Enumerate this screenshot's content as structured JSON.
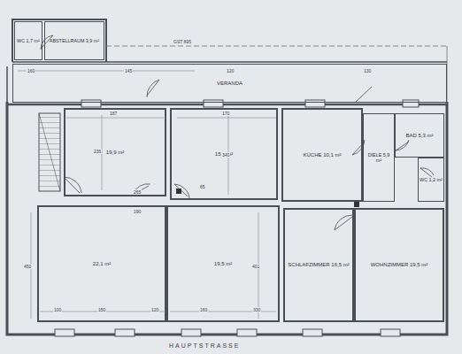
{
  "diagram": {
    "nodes": [
      {
        "text": [
          "WC 1,7 m²"
        ]
      },
      {
        "text": [
          "ABSTELLRAUM 3,9 m²"
        ]
      },
      {
        "text": [
          "VERANDA"
        ]
      },
      {
        "text": [
          "19,9 m²"
        ]
      },
      {
        "text": [
          "15,3 m²"
        ]
      },
      {
        "text": [
          "KÜCHE 10,1 m²"
        ]
      },
      {
        "text": [
          "DIELE 5,9 m²"
        ]
      },
      {
        "text": [
          "BAD 5,3 m²"
        ]
      },
      {
        "text": [
          "WC 1,2 m²"
        ]
      },
      {
        "text": [
          "22,1 m²"
        ]
      },
      {
        "text": [
          "19,5 m²"
        ]
      },
      {
        "text": [
          "SCHLAFZIMMER 16,5 m²"
        ]
      },
      {
        "text": [
          "WOHNZIMMER 19,5 m²"
        ]
      }
    ],
    "labels": [
      "GST 895",
      "HAUPTSTRASSE",
      "160",
      "145",
      "120",
      "130",
      "187",
      "170",
      "236",
      "340",
      "265",
      "190",
      "65",
      "450",
      "401",
      "100",
      "150",
      "120",
      "160",
      "330"
    ]
  }
}
